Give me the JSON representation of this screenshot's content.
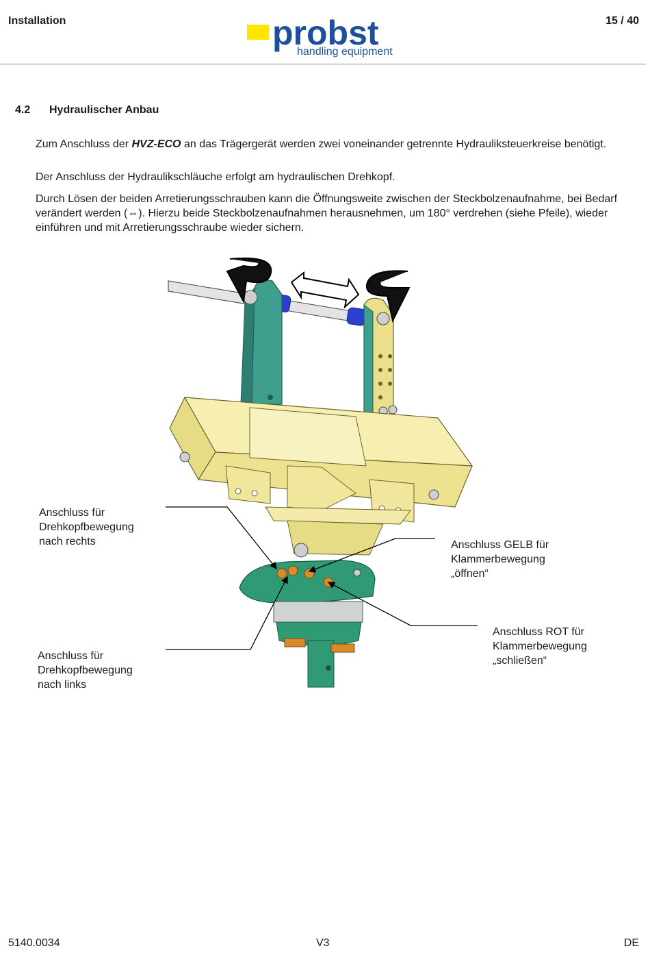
{
  "header": {
    "section": "Installation",
    "page": "15 / 40",
    "logo": {
      "word": "probst",
      "subtitle": "handling equipment",
      "brand_color": "#1d4f9c",
      "bar_color": "#ffe500"
    }
  },
  "section": {
    "number": "4.2",
    "title": "Hydraulischer Anbau"
  },
  "body": {
    "p1_before": "Zum Anschluss der ",
    "p1_product": "HVZ-ECO",
    "p1_after": " an das Trägergerät werden zwei voneinander getrennte Hydrauliksteuerkreise benötigt.",
    "p2": "Der Anschluss der Hydraulikschläuche erfolgt am hydraulischen Drehkopf.",
    "p3_before": "Durch Lösen der beiden Arretierungsschrauben kann die Öffnungsweite zwischen der Steckbolzenaufnahme, bei Bedarf verändert werden (",
    "p3_symbol": "⇔",
    "p3_after": "). Hierzu beide Steckbolzenaufnahmen herausnehmen, um 180° verdrehen (siehe Pfeile), wieder einführen und mit Arretierungsschraube wieder sichern."
  },
  "figure": {
    "callouts": {
      "rotate_right": [
        "Anschluss für",
        "Drehkopfbewegung",
        "nach rechts"
      ],
      "yellow_open": [
        "Anschluss GELB für",
        "Klammerbewegung",
        "„öffnen“"
      ],
      "red_close": [
        "Anschluss ROT für",
        "Klammerbewegung",
        "„schließen“"
      ],
      "rotate_left": [
        "Anschluss für",
        "Drehkopfbewegung",
        "nach links"
      ]
    },
    "colors": {
      "frame": "#f2e79a",
      "plate": "#3f9f8e",
      "rotator": "#2f9a73",
      "sleeve": "#2b3fd0",
      "fitting": "#d98b2b"
    }
  },
  "footer": {
    "doc_number": "5140.0034",
    "version": "V3",
    "language": "DE"
  }
}
